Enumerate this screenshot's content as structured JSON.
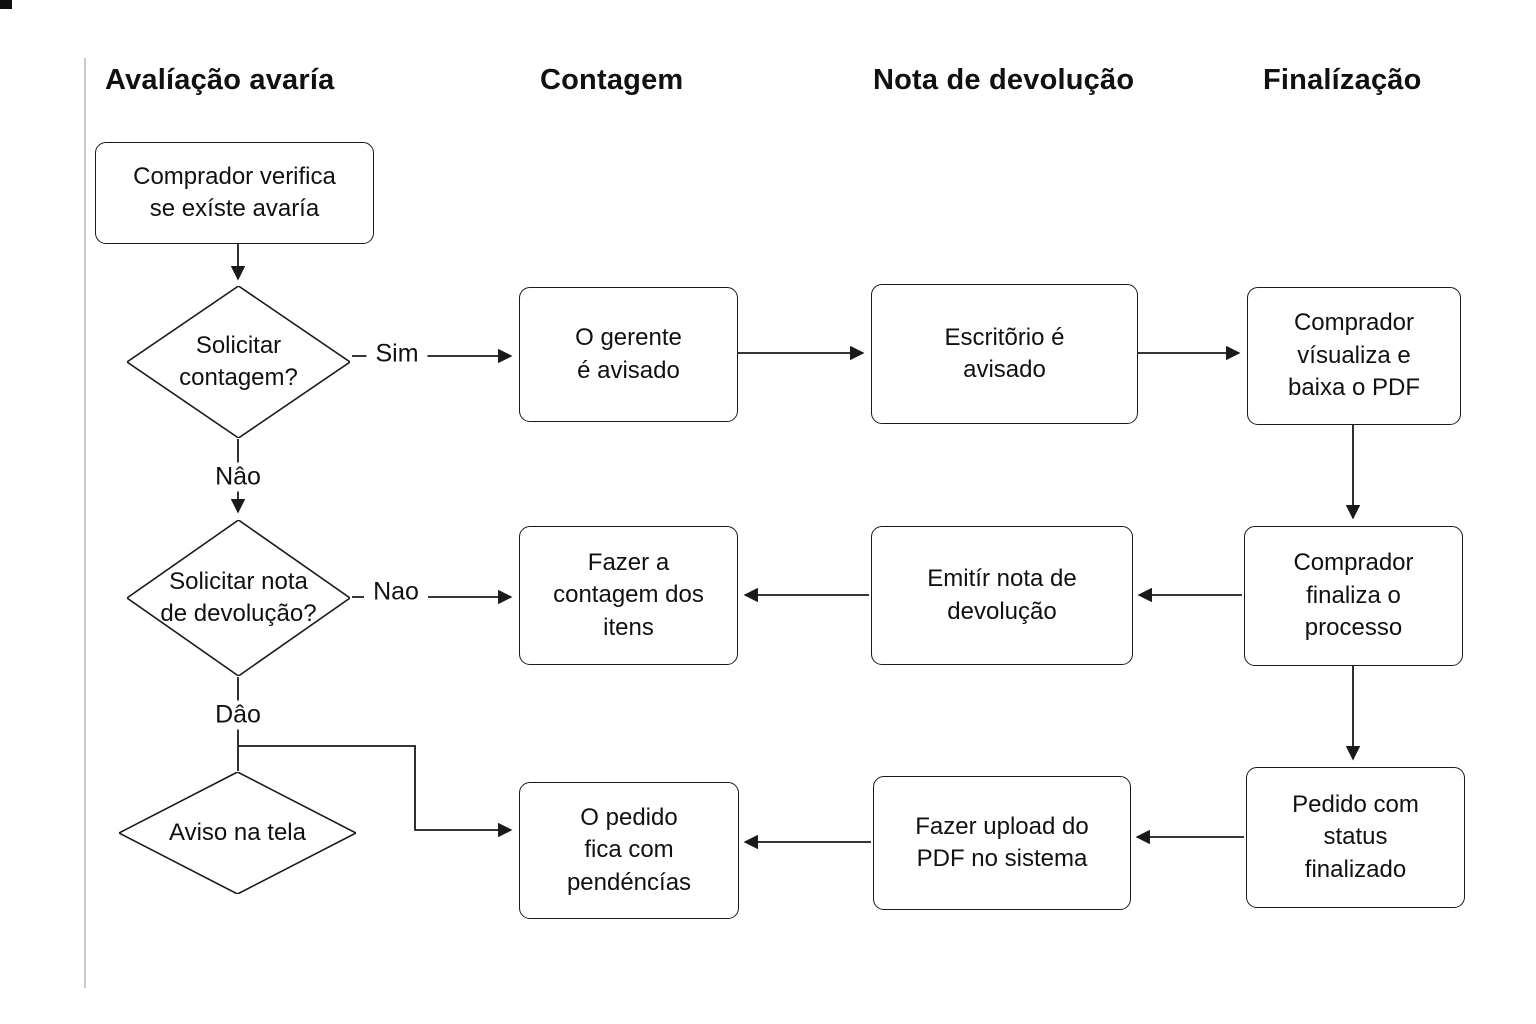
{
  "headers": [
    {
      "label": "Avalíação avaría"
    },
    {
      "label": "Contagem"
    },
    {
      "label": "Nota de devolução"
    },
    {
      "label": "Finalízação"
    }
  ],
  "nodes": {
    "comprador_verifica": {
      "type": "process",
      "label": "Comprador verifica\nse exíste avaría"
    },
    "solicitar_contagem": {
      "type": "decision",
      "label": "Solicitar\ncontagem?"
    },
    "gerente_avisado": {
      "type": "process",
      "label": "O gerente\né avisado"
    },
    "escritorio_avisado": {
      "type": "process",
      "label": "Escritõrio é\navisado"
    },
    "comprador_visualiza": {
      "type": "process",
      "label": "Comprador\nvísualiza e\nbaixa o PDF"
    },
    "solicitar_nota": {
      "type": "decision",
      "label": "Solicitar nota\nde devolução?"
    },
    "fazer_contagem": {
      "type": "process",
      "label": "Fazer a\ncontagem dos\nitens"
    },
    "emitir_nota": {
      "type": "process",
      "label": "Emitír nota de\ndevolução"
    },
    "comprador_finaliza": {
      "type": "process",
      "label": "Comprador\nfinaliza o\nprocesso"
    },
    "aviso_na_tela": {
      "type": "decision",
      "label": "Aviso na tela"
    },
    "pedido_pendencias": {
      "type": "process",
      "label": "O pedido\nfica com\npendéncías"
    },
    "fazer_upload": {
      "type": "process",
      "label": "Fazer upload do\nPDF no sistema"
    },
    "pedido_finalizado": {
      "type": "process",
      "label": "Pedido com\nstatus\nfinalizado"
    }
  },
  "edge_labels": {
    "sim": "Sim",
    "nao1": "Nâo",
    "nao2": "Nao",
    "dao": "Dâo"
  },
  "edges": [
    {
      "from": "comprador_verifica",
      "to": "solicitar_contagem",
      "label": ""
    },
    {
      "from": "solicitar_contagem",
      "to": "gerente_avisado",
      "label": "Sim"
    },
    {
      "from": "solicitar_contagem",
      "to": "solicitar_nota",
      "label": "Nâo"
    },
    {
      "from": "gerente_avisado",
      "to": "escritorio_avisado",
      "label": ""
    },
    {
      "from": "escritorio_avisado",
      "to": "comprador_visualiza",
      "label": ""
    },
    {
      "from": "comprador_visualiza",
      "to": "comprador_finaliza",
      "label": ""
    },
    {
      "from": "solicitar_nota",
      "to": "fazer_contagem",
      "label": "Nao"
    },
    {
      "from": "solicitar_nota",
      "to": "aviso_na_tela",
      "label": "Dâo"
    },
    {
      "from": "solicitar_nota",
      "to": "pedido_pendencias",
      "label": "Dâo"
    },
    {
      "from": "emitir_nota",
      "to": "fazer_contagem",
      "label": ""
    },
    {
      "from": "comprador_finaliza",
      "to": "emitir_nota",
      "label": ""
    },
    {
      "from": "comprador_finaliza",
      "to": "pedido_finalizado",
      "label": ""
    },
    {
      "from": "pedido_finalizado",
      "to": "fazer_upload",
      "label": ""
    },
    {
      "from": "fazer_upload",
      "to": "pedido_pendencias",
      "label": ""
    }
  ],
  "colors": {
    "stroke": "#1a1a1a",
    "divider": "#c9c9c9",
    "background": "#ffffff"
  }
}
